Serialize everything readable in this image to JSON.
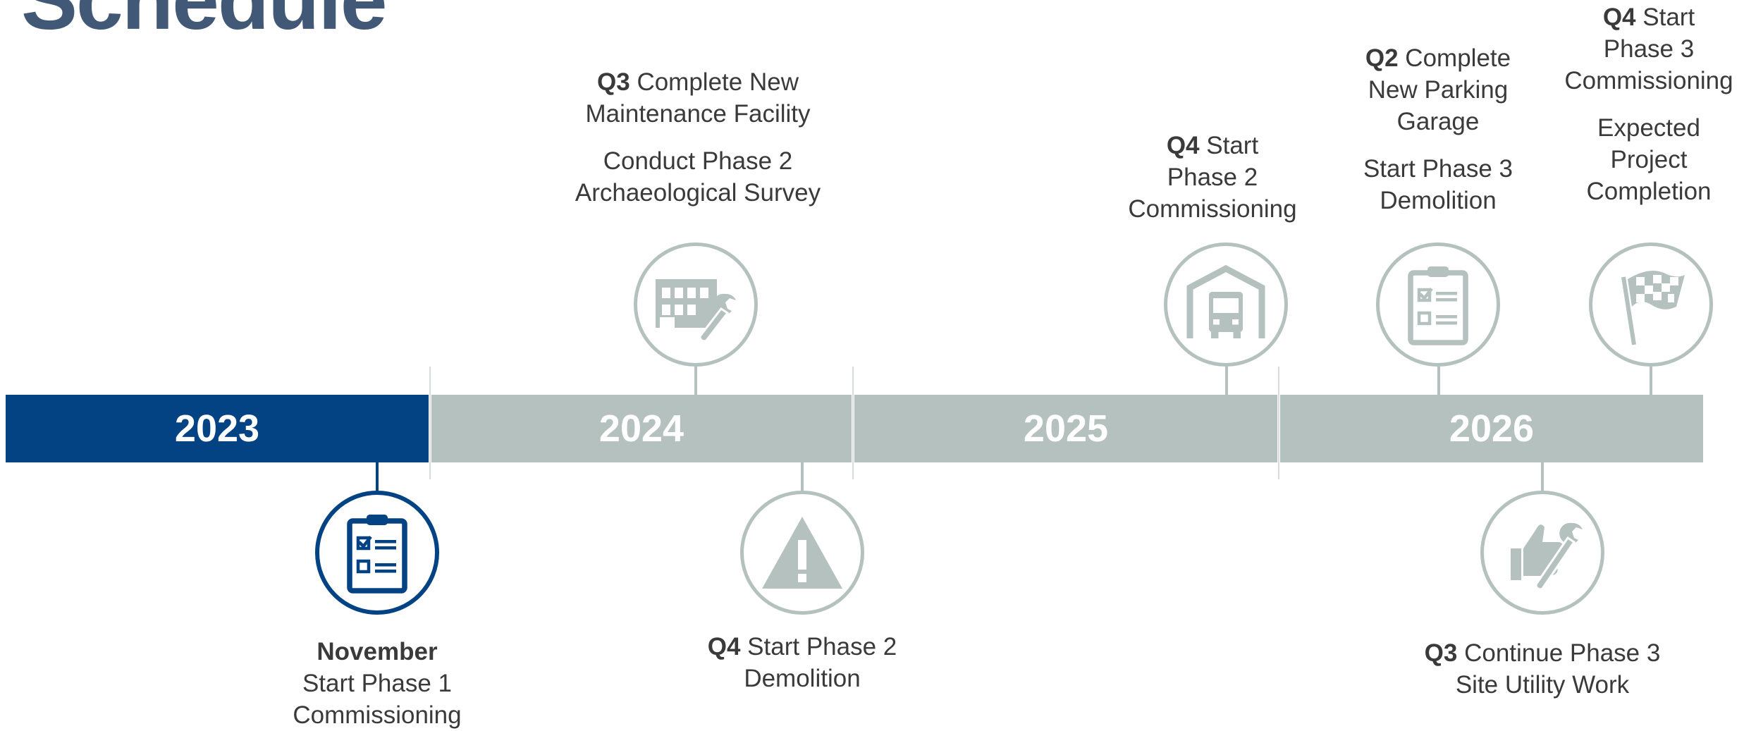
{
  "title": "Schedule",
  "years": [
    "2023",
    "2024",
    "2025",
    "2026"
  ],
  "colors": {
    "active": "#034283",
    "future": "#b4c1be",
    "title": "#425877",
    "text": "#3a3a3a"
  },
  "milestones_above": [
    {
      "icon": "maintenance-facility-icon",
      "lines": [
        {
          "q": "Q3",
          "text": " Complete New"
        },
        {
          "q": "",
          "text": "Maintenance Facility"
        },
        {
          "gap": true
        },
        {
          "q": "",
          "text": "Conduct Phase 2"
        },
        {
          "q": "",
          "text": "Archaeological Survey"
        }
      ]
    },
    {
      "icon": "bus-garage-icon",
      "lines": [
        {
          "q": "Q4",
          "text": " Start"
        },
        {
          "q": "",
          "text": "Phase 2"
        },
        {
          "q": "",
          "text": "Commissioning"
        }
      ]
    },
    {
      "icon": "clipboard-checklist-icon",
      "lines": [
        {
          "q": "Q2",
          "text": " Complete"
        },
        {
          "q": "",
          "text": "New Parking"
        },
        {
          "q": "",
          "text": "Garage"
        },
        {
          "gap": true
        },
        {
          "q": "",
          "text": "Start Phase 3"
        },
        {
          "q": "",
          "text": "Demolition"
        }
      ]
    },
    {
      "icon": "checkered-flag-icon",
      "lines": [
        {
          "q": "Q4",
          "text": " Start"
        },
        {
          "q": "",
          "text": "Phase 3"
        },
        {
          "q": "",
          "text": "Commissioning"
        },
        {
          "gap": true
        },
        {
          "q": "",
          "text": "Expected"
        },
        {
          "q": "",
          "text": "Project"
        },
        {
          "q": "",
          "text": "Completion"
        }
      ]
    }
  ],
  "milestones_below": [
    {
      "icon": "clipboard-checklist-icon",
      "lines": [
        {
          "q": "November",
          "text": ""
        },
        {
          "q": "",
          "text": "Start Phase 1"
        },
        {
          "q": "",
          "text": "Commissioning"
        }
      ]
    },
    {
      "icon": "warning-icon",
      "lines": [
        {
          "q": "Q4",
          "text": " Start Phase 2"
        },
        {
          "q": "",
          "text": "Demolition"
        }
      ]
    },
    {
      "icon": "thumbs-up-wrench-icon",
      "lines": [
        {
          "q": "Q3",
          "text": " Continue Phase 3"
        },
        {
          "q": "",
          "text": "Site Utility Work"
        }
      ]
    }
  ]
}
